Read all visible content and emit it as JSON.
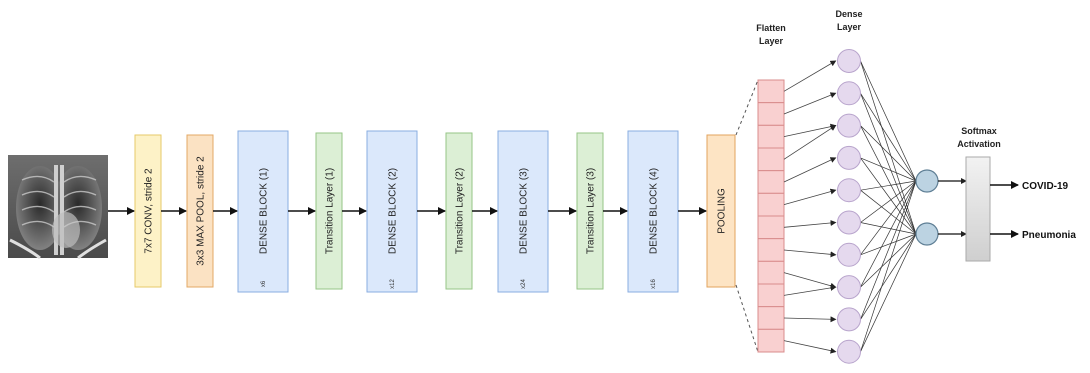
{
  "input_image": {
    "icon": "chest-xray-icon"
  },
  "blocks": [
    {
      "id": "conv",
      "label": "7x7 CONV, stride 2",
      "multiplier": "",
      "color": "#fdf2c7",
      "border": "#e6c96a"
    },
    {
      "id": "maxpool",
      "label": "3x3 MAX POOL, stride 2",
      "multiplier": "",
      "color": "#fbe2c3",
      "border": "#e3a866"
    },
    {
      "id": "dense1",
      "label": "DENSE BLOCK (1)",
      "multiplier": "x6",
      "color": "#dbe8fb",
      "border": "#8aaee0"
    },
    {
      "id": "trans1",
      "label": "Transition Layer (1)",
      "multiplier": "",
      "color": "#dcefd5",
      "border": "#96c586"
    },
    {
      "id": "dense2",
      "label": "DENSE BLOCK (2)",
      "multiplier": "x12",
      "color": "#dbe8fb",
      "border": "#8aaee0"
    },
    {
      "id": "trans2",
      "label": "Transition Layer (2)",
      "multiplier": "",
      "color": "#dcefd5",
      "border": "#96c586"
    },
    {
      "id": "dense3",
      "label": "DENSE BLOCK (3)",
      "multiplier": "x24",
      "color": "#dbe8fb",
      "border": "#8aaee0"
    },
    {
      "id": "trans3",
      "label": "Transition Layer (3)",
      "multiplier": "",
      "color": "#dcefd5",
      "border": "#96c586"
    },
    {
      "id": "dense4",
      "label": "DENSE BLOCK (4)",
      "multiplier": "x16",
      "color": "#dbe8fb",
      "border": "#8aaee0"
    },
    {
      "id": "pooling",
      "label": "POOLING",
      "multiplier": "",
      "color": "#fde4c4",
      "border": "#e2a35e"
    }
  ],
  "flatten": {
    "title_line1": "Flatten",
    "title_line2": "Layer",
    "cells": 12,
    "color": "#f9d0d0",
    "border": "#d98c8c"
  },
  "dense_layer": {
    "title_line1": "Dense",
    "title_line2": "Layer",
    "nodes": 10,
    "color": "#e5d9ee",
    "border": "#b8a4cc"
  },
  "output_nodes": {
    "count": 2,
    "color": "#bcd3e2",
    "border": "#5f7f95"
  },
  "softmax": {
    "title_line1": "Softmax",
    "title_line2": "Activation",
    "color": "#e6e6e6"
  },
  "outputs": [
    "COVID-19",
    "Pneumonia"
  ]
}
